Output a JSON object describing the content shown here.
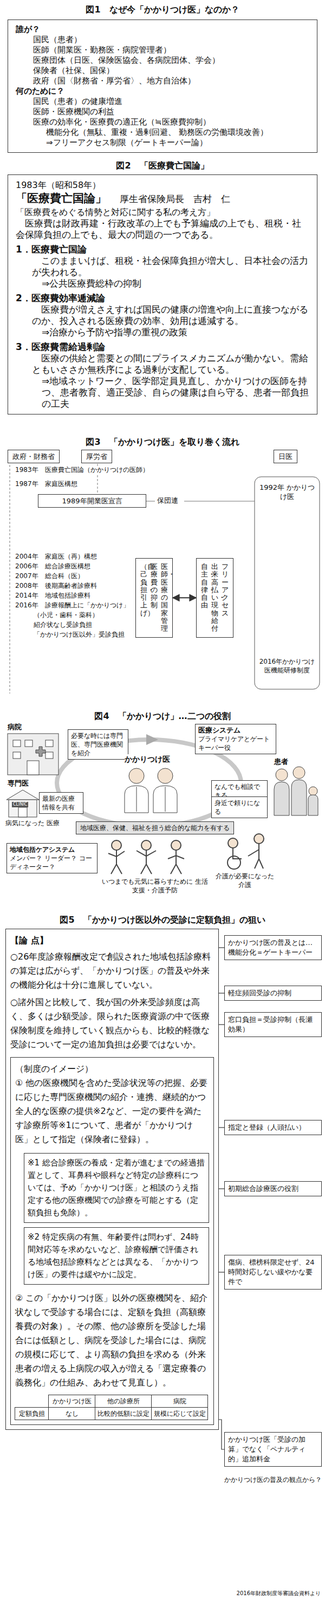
{
  "diagram": {
    "nodes": [
      {
        "text": [
          "誰が？",
          "国民（患者）",
          "医師（開業医・勤務医・病院管理者）",
          "医療団体（日医、保険医協会、各病院団体、学会）",
          "保険者（社保、国保）",
          "政府（国〈財務省・厚労省〉、地方自治体）",
          "何のために？",
          "国民（患者）の健康増進",
          "医師・医療機関の利益",
          "医療の効率化・医療費の適正化（≒医療費抑制）",
          "機能分化（無駄、重複・過剰回避、 勤務医の労働環境改善）",
          "⇒フリーアクセス制限（ゲートキーパー論）"
        ]
      },
      {
        "text": [
          "1983年（昭和58年）",
          "「医療費亡国論」",
          "厚生省保険局長　吉村　仁",
          "「医療費をめぐる情勢と対応に関する私の考え方」",
          "医療費は財政再建・行政改革の上でも予算編成の上でも、租税・社会保障負担の上でも、最大の問題の一つである。",
          "1．医療費亡国論",
          "このままいけば、租税・社会保障負担が増大し、日本社会の活力が失われる。",
          "⇒公共医療費総枠の抑制",
          "2．医療費効率逓減論",
          "医療費が増えさえすれば国民の健康の増進や向上に直接つながるのか、投入される医療費の効率、効用は逓減する。",
          "⇒治療から予防や指導の重視の政策",
          "3．医療費需給過剰論",
          "医療の供給と需要との間にプライスメカニズムが働かない。需給ともいささか無秩序による過剰が支配している。",
          "⇒地域ネットワーク、医学部定員見直し、かかりつけの医師を持つ、患者教育、適正受診、自らの健康は自ら守る、患者一部負担の工夫"
        ]
      },
      {
        "text": [
          "政府・財務省"
        ]
      },
      {
        "text": [
          "厚労省"
        ]
      },
      {
        "text": [
          "日医"
        ]
      },
      {
        "text": [
          "1989年開業医宣言"
        ]
      },
      {
        "text": [
          "医師・医療の国家管理",
          "医療費の抑制",
          "（自己負担・引上げ）"
        ]
      },
      {
        "text": [
          "フリーアクセス",
          "出来高払い・現物給付",
          "自主・自律・自由"
        ]
      },
      {
        "text": [
          "必要な時には専門医、専門医療機関を紹介"
        ]
      },
      {
        "text": [
          "医療システム",
          "プライマリケアとゲートキーパー役"
        ]
      },
      {
        "text": [
          "最新の医療情報を共有"
        ]
      },
      {
        "text": [
          "なんでも相談できる"
        ]
      },
      {
        "text": [
          "身近で頼りになる"
        ]
      },
      {
        "text": [
          "地域医療、保健、福祉を担う総合的な能力を有する"
        ]
      },
      {
        "text": [
          "地域包括ケアシステム",
          "メンバー？ リーダー？ コーディネーター？"
        ]
      },
      {
        "text": [
          "【論 点】",
          "○26年度診療報酬改定で創設された地域包括診療料の算定は広がらず、「かかりつけ医」の普及や外来の機能分化は十分に進展していない。",
          "○諸外国と比較して、我が国の外来受診頻度は高く、多くは少額受診。限られた医療資源の中で医療保険制度を維持していく観点からも、比較的軽微な受診について一定の追加負担は必要ではないか。"
        ]
      },
      {
        "text": [
          "（制度のイメージ）",
          "① 他の医療機関を含めた受診状況等の把握、必要に応じた専門医療機関の紹介・連携、継続的かつ全人的な医療の提供※2など、一定の要件を満たす診療所等※1について、患者が「かかりつけ医」として指定（保険者に登録）。",
          "② この「かかりつけ医」以外の医療機関を、紹介状なしで受診する場合には、定額を負担（高額療養費の対象）。その際、他の診療所を受診した場合には低額とし、病院を受診した場合には、病院の規模に応じて、より高額の負担を求める（外来患者の増える上病院の収入が増える「選定療養の義務化」の仕組み、あわせて見直し）。"
        ],
        "in": 15
      },
      {
        "text": [
          "※1 総合診療医の養成・定着が進むまでの経過措置として、耳鼻科や眼科など特定の診療科については、予め「かかりつけ医」と相談のうえ指定する他の医療機関での診療を可能とする（定額負担も免除）。"
        ],
        "in": 16
      },
      {
        "text": [
          "※2 特定疾病の有無、年齢要件は問わず、24時間対応等を求めないなど、診療報酬で評価される地域包括診療料などとは異なる、「かかりつけ医」の要件は緩やかに設定。"
        ],
        "in": 16
      },
      {
        "text": [
          "かかりつけ医の普及とは…機能分化＝ゲートキーパー"
        ]
      },
      {
        "text": [
          "軽症頻回受診の抑制"
        ]
      },
      {
        "text": [
          "窓口負担＝受診抑制（長瀬効果）"
        ]
      },
      {
        "text": [
          "指定と登録（人頭払い）"
        ]
      },
      {
        "text": [
          "初期総合診療医の役割"
        ]
      },
      {
        "text": [
          "傷病、標榜科限定せず、24時間対応しない緩やかな要件で"
        ]
      },
      {
        "text": [
          "かかりつけ医「受診の加算」でなく「ペナルティ的」追加料金"
        ]
      }
    ],
    "edges": [
      {
        "from": 6,
        "to": 7,
        "arrow": "both"
      },
      {
        "from": 19,
        "to": 15,
        "arrow": "none"
      },
      {
        "from": 20,
        "to": 15,
        "arrow": "none"
      },
      {
        "from": 21,
        "to": 15,
        "arrow": "none"
      },
      {
        "from": 22,
        "to": 16,
        "arrow": "none"
      },
      {
        "from": 23,
        "to": 17,
        "arrow": "none"
      },
      {
        "from": 24,
        "to": 18,
        "arrow": "none"
      },
      {
        "from": 25,
        "to": 16,
        "arrow": "none"
      }
    ],
    "labels": [
      "図1　なぜ今「かかりつけ医」なのか？",
      "図2　「医療費亡国論」",
      "図3　「かかりつけ医」を取り巻く流れ",
      "1983年　医療費亡国論（かかりつけの医師）",
      "1987年　家庭医構想",
      "保団連",
      "1992年 かかりつけ医",
      "2004年　家庭医（再）構想",
      "2006年　総合診療医構想",
      "2007年　総合科（医）",
      "2008年　後期高齢者診療料",
      "2014年　地域包括診療料",
      "2016年　診療報酬上に「かかりつけ」",
      "（小児・歯科・薬科）",
      "紹介状なし受診負担",
      "「かかりつけ医以外」受診負担",
      "2016年かかりつけ医機能研修制度",
      "図4　「かかりつけ」…二つの役割",
      "病院",
      "専門医",
      "CLINIC",
      "病気になった 医療",
      "かかりつけ医",
      "患者",
      "いつまでも元気に暮らすために 生活支援・介護予防",
      "介護が必要になった 介護",
      "図5　「かかりつけ医以外の受診に定額負担」の狙い",
      "かかりつけ医",
      "他の診療所",
      "病院",
      "定額負担",
      "なし",
      "比較的低額に設定",
      "規模に応じて設定",
      "かかりつけ医の普及の観点から？",
      "2016年財政制度等審議会資料より"
    ]
  }
}
